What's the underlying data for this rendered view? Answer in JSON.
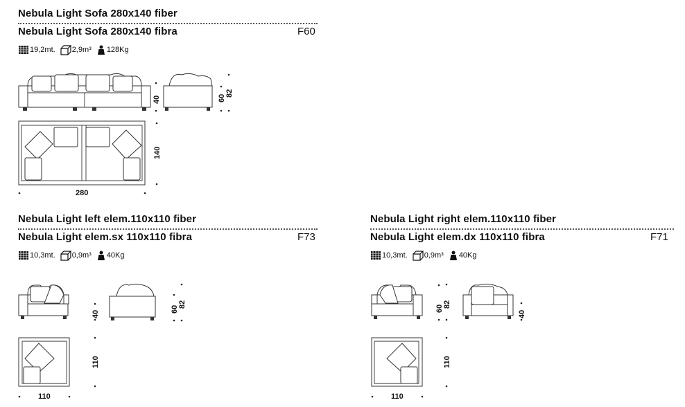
{
  "products": [
    {
      "title_en": "Nebula Light Sofa 280x140 fiber",
      "title_it": "Nebula Light Sofa 280x140 fibra",
      "code": "F60",
      "specs": {
        "fabric": "19,2mt.",
        "volume": "2,9m³",
        "weight": "128Kg"
      },
      "dims": {
        "width": "280",
        "depth": "140",
        "seat_height": "40",
        "arm_height": "60",
        "back_height": "82"
      }
    },
    {
      "title_en": "Nebula Light left elem.110x110 fiber",
      "title_it": "Nebula Light elem.sx 110x110 fibra",
      "code": "F73",
      "specs": {
        "fabric": "10,3mt.",
        "volume": "0,9m³",
        "weight": "40Kg"
      },
      "dims": {
        "width": "110",
        "depth": "110",
        "seat_height": "40",
        "arm_height": "60",
        "back_height": "82"
      }
    },
    {
      "title_en": "Nebula Light right elem.110x110 fiber",
      "title_it": "Nebula Light elem.dx 110x110 fibra",
      "code": "F71",
      "specs": {
        "fabric": "10,3mt.",
        "volume": "0,9m³",
        "weight": "40Kg"
      },
      "dims": {
        "width": "110",
        "depth": "110",
        "seat_height": "40",
        "arm_height": "60",
        "back_height": "82"
      }
    }
  ],
  "icons": {
    "fabric": "fabric-roll-icon",
    "volume": "box-volume-icon",
    "weight": "weight-icon"
  }
}
